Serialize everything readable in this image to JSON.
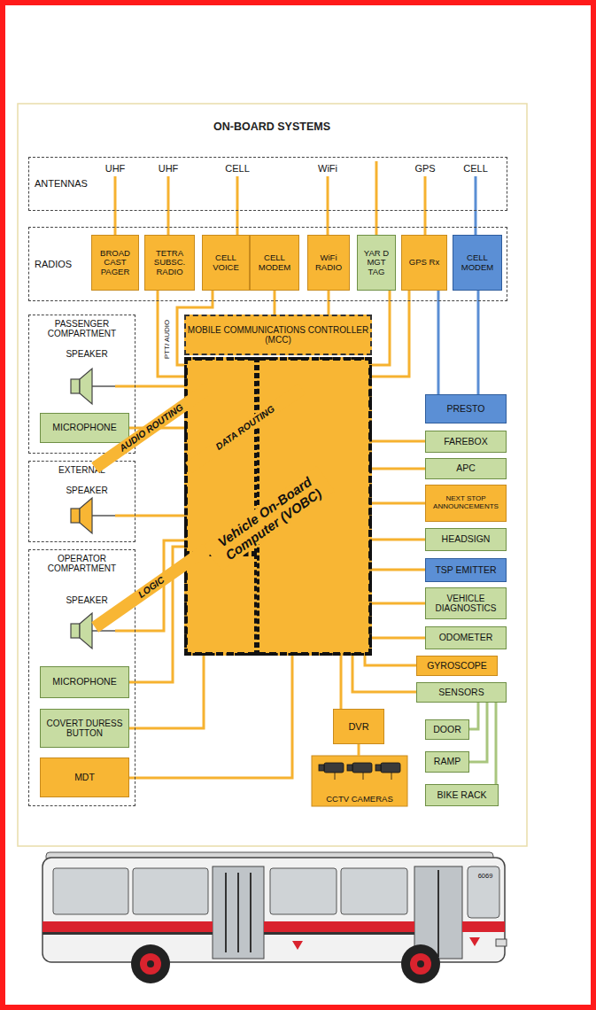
{
  "diagram": {
    "title": "ON-BOARD SYSTEMS",
    "nodes": [
      {
        "text": [
          "ANTENNAS"
        ]
      },
      {
        "text": [
          "RADIOS"
        ]
      },
      {
        "text": [
          "BROAD CAST PAGER"
        ],
        "in": 1
      },
      {
        "text": [
          "TETRA SUBSC. RADIO"
        ],
        "in": 1
      },
      {
        "text": [
          "CELL VOICE"
        ],
        "in": 1
      },
      {
        "text": [
          "CELL MODEM"
        ],
        "in": 1
      },
      {
        "text": [
          "WiFi RADIO"
        ],
        "in": 1
      },
      {
        "text": [
          "YAR D MGT TAG"
        ],
        "in": 1
      },
      {
        "text": [
          "GPS Rx"
        ],
        "in": 1
      },
      {
        "text": [
          "CELL MODEM"
        ],
        "in": 1
      },
      {
        "text": [
          "PASSENGER COMPARTMENT"
        ]
      },
      {
        "text": [
          "SPEAKER"
        ],
        "in": 10
      },
      {
        "text": [
          "MICROPHONE"
        ],
        "in": 10
      },
      {
        "text": [
          "EXTERNAL"
        ]
      },
      {
        "text": [
          "SPEAKER"
        ],
        "in": 13
      },
      {
        "text": [
          "OPERATOR COMPARTMENT"
        ]
      },
      {
        "text": [
          "SPEAKER"
        ],
        "in": 15
      },
      {
        "text": [
          "MICROPHONE"
        ],
        "in": 15
      },
      {
        "text": [
          "COVERT DURESS BUTTON"
        ],
        "in": 15
      },
      {
        "text": [
          "MDT"
        ],
        "in": 15
      },
      {
        "text": [
          "MOBILE COMMUNICATIONS CONTROLLER (MCC)"
        ]
      },
      {
        "text": [
          "Vehicle On-Board Computer (VOBC)"
        ]
      },
      {
        "text": [
          "AUDIO ROUTING"
        ],
        "in": 21
      },
      {
        "text": [
          "DATA ROUTING"
        ],
        "in": 21
      },
      {
        "text": [
          "LOGIC"
        ],
        "in": 21
      },
      {
        "text": [
          "PRESTO"
        ]
      },
      {
        "text": [
          "FAREBOX"
        ]
      },
      {
        "text": [
          "APC"
        ]
      },
      {
        "text": [
          "NEXT STOP ANNOUNCEMENTS"
        ]
      },
      {
        "text": [
          "HEADSIGN"
        ]
      },
      {
        "text": [
          "TSP EMITTER"
        ]
      },
      {
        "text": [
          "VEHICLE DIAGNOSTICS"
        ]
      },
      {
        "text": [
          "ODOMETER"
        ]
      },
      {
        "text": [
          "GYROSCOPE"
        ]
      },
      {
        "text": [
          "SENSORS"
        ]
      },
      {
        "text": [
          "DOOR"
        ]
      },
      {
        "text": [
          "RAMP"
        ]
      },
      {
        "text": [
          "BIKE RACK"
        ]
      },
      {
        "text": [
          "DVR"
        ]
      },
      {
        "text": [
          "CCTV CAMERAS"
        ]
      }
    ],
    "edges": [
      {
        "from": 0,
        "to": 2,
        "arrow": "none"
      },
      {
        "from": 0,
        "to": 3,
        "arrow": "none"
      },
      {
        "from": 0,
        "to": 4,
        "arrow": "none"
      },
      {
        "from": 0,
        "to": 6,
        "arrow": "none"
      },
      {
        "from": 0,
        "to": 7,
        "arrow": "none"
      },
      {
        "from": 0,
        "to": 8,
        "arrow": "none"
      },
      {
        "from": 0,
        "to": 9,
        "arrow": "none"
      },
      {
        "from": 3,
        "to": 22,
        "label": "PTT/ AUDIO",
        "arrow": "none"
      },
      {
        "from": 4,
        "to": 22,
        "arrow": "none"
      },
      {
        "from": 5,
        "to": 20,
        "arrow": "none"
      },
      {
        "from": 6,
        "to": 20,
        "arrow": "none"
      },
      {
        "from": 7,
        "to": 23,
        "arrow": "none"
      },
      {
        "from": 8,
        "to": 23,
        "arrow": "none"
      },
      {
        "from": 8,
        "to": 25,
        "arrow": "none"
      },
      {
        "from": 9,
        "to": 25,
        "arrow": "none"
      },
      {
        "from": 11,
        "to": 22,
        "arrow": "none"
      },
      {
        "from": 12,
        "to": 22,
        "arrow": "none"
      },
      {
        "from": 14,
        "to": 22,
        "arrow": "none"
      },
      {
        "from": 16,
        "to": 22,
        "arrow": "none"
      },
      {
        "from": 17,
        "to": 22,
        "arrow": "none"
      },
      {
        "from": 18,
        "to": 24,
        "arrow": "none"
      },
      {
        "from": 19,
        "to": 23,
        "arrow": "none"
      },
      {
        "from": 23,
        "to": 38,
        "arrow": "none"
      },
      {
        "from": 38,
        "to": 39,
        "arrow": "none"
      },
      {
        "from": 23,
        "to": 26,
        "arrow": "none"
      },
      {
        "from": 23,
        "to": 27,
        "arrow": "none"
      },
      {
        "from": 23,
        "to": 28,
        "arrow": "none"
      },
      {
        "from": 23,
        "to": 29,
        "arrow": "none"
      },
      {
        "from": 23,
        "to": 30,
        "arrow": "none"
      },
      {
        "from": 23,
        "to": 31,
        "arrow": "none"
      },
      {
        "from": 23,
        "to": 32,
        "arrow": "none"
      },
      {
        "from": 23,
        "to": 33,
        "arrow": "none"
      },
      {
        "from": 23,
        "to": 34,
        "arrow": "none"
      },
      {
        "from": 34,
        "to": 35,
        "arrow": "none"
      },
      {
        "from": 34,
        "to": 36,
        "arrow": "none"
      },
      {
        "from": 34,
        "to": 37,
        "arrow": "none"
      }
    ],
    "labels": [
      "UHF",
      "UHF",
      "CELL",
      "WiFi",
      "GPS",
      "CELL",
      "6069"
    ]
  }
}
